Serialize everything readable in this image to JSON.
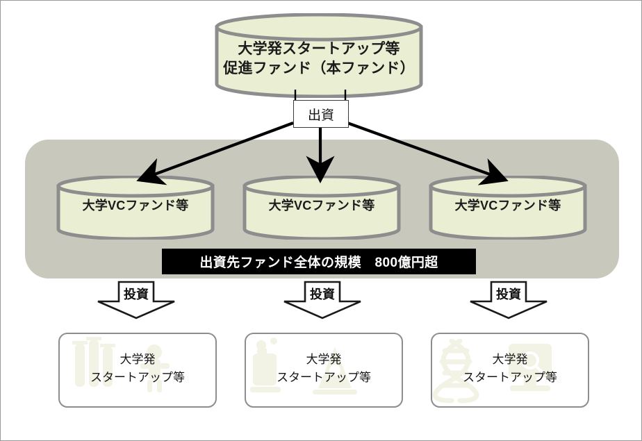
{
  "diagram": {
    "title_hidden": "",
    "top_fund": {
      "label": "大学発スタートアップ等\n促進ファンド（本ファンド）",
      "shape": "cylinder",
      "fill": "#eaeed3",
      "stroke": "#8d8d8d"
    },
    "funding_connector": {
      "label": "出資",
      "arrow_count": 3
    },
    "panel": {
      "fill": "#c9c8bd"
    },
    "vc_funds": [
      {
        "label": "大学VCファンド等"
      },
      {
        "label": "大学VCファンド等"
      },
      {
        "label": "大学VCファンド等"
      }
    ],
    "scale_banner": {
      "label": "出資先ファンド全体の規模　800億円超",
      "background": "#000000",
      "text_color": "#ffffff",
      "amount": "800億円超"
    },
    "investment_arrows": [
      {
        "label": "投資"
      },
      {
        "label": "投資"
      },
      {
        "label": "投資"
      }
    ],
    "startups": [
      {
        "label": "大学発\nスタートアップ等",
        "watermark": "test-tubes-watermark"
      },
      {
        "label": "大学発\nスタートアップ等",
        "watermark": "microscope-watermark"
      },
      {
        "label": "大学発\nスタートアップ等",
        "watermark": "dna-helix-watermark"
      }
    ],
    "colors": {
      "cylinder_fill": "#eaeed3",
      "cylinder_stroke": "#8d8d8d",
      "panel_fill": "#c9c8bd",
      "banner_fill": "#000000",
      "arrow_color": "#000000",
      "box_stroke": "#8d8d8d",
      "watermark_fill": "#f2f3e4"
    }
  }
}
